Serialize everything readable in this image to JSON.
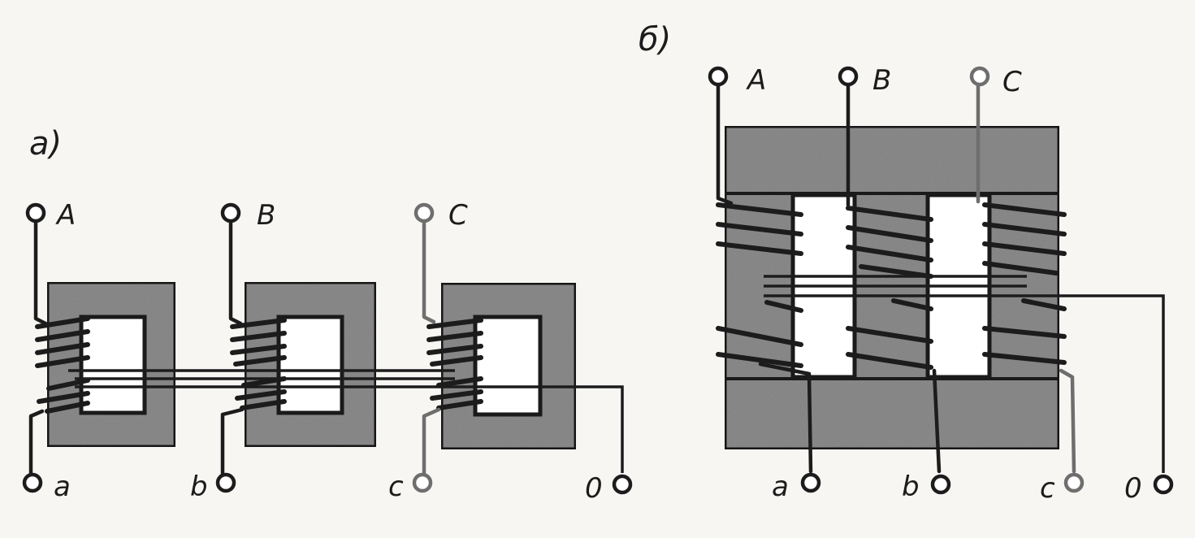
{
  "panel_a": {
    "caption": "a)",
    "terminals": {
      "A": "A",
      "B": "B",
      "C": "C",
      "a": "a",
      "b": "b",
      "c": "c",
      "zero": "0"
    }
  },
  "panel_b": {
    "caption": "б)",
    "terminals": {
      "A": "A",
      "B": "B",
      "C": "C",
      "a": "a",
      "b": "b",
      "c": "c",
      "zero": "0"
    }
  },
  "colors": {
    "core": "#8c8c8c",
    "ink": "#1c1c1c",
    "background": "#f7f6f3",
    "phase_c_wire": "#6e6e6e"
  }
}
